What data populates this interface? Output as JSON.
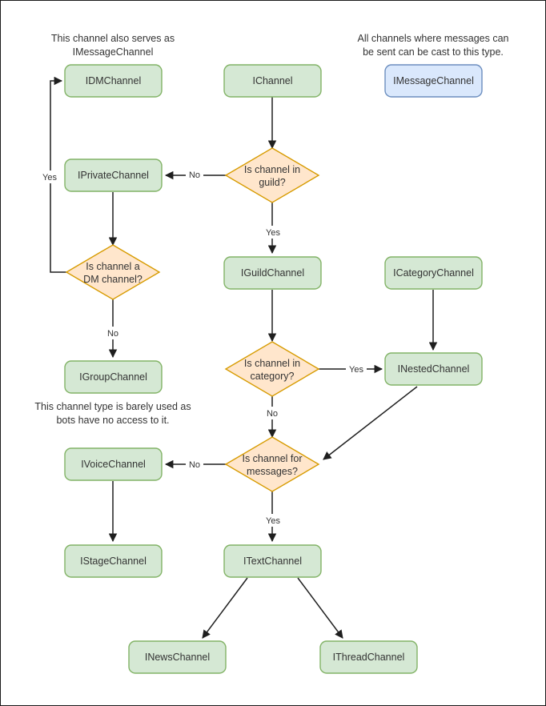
{
  "diagram": {
    "title": "Discord channel interface type decision flowchart",
    "background": "#ffffff",
    "frame_border": "#1a1a1a",
    "palette": {
      "green_fill": "#d5e8d4",
      "green_stroke": "#82b366",
      "blue_fill": "#dae8fc",
      "blue_stroke": "#6c8ebf",
      "orange_fill": "#ffe6cc",
      "orange_stroke": "#d79b00",
      "edge": "#1f1f1f",
      "text": "#333333"
    }
  },
  "annotations": {
    "dm_note_line1": "This channel also serves as",
    "dm_note_line2": "IMessageChannel",
    "message_note_line1": "All channels where messages can",
    "message_note_line2": "be sent can be cast to this type.",
    "group_note_line1": "This channel type is barely used as",
    "group_note_line2": "bots have no access to it."
  },
  "nodes": {
    "idm_channel": "IDMChannel",
    "ichannel": "IChannel",
    "imessage_channel": "IMessageChannel",
    "iprivate_channel": "IPrivateChannel",
    "iguild_channel": "IGuildChannel",
    "icategory_channel": "ICategoryChannel",
    "igroup_channel": "IGroupChannel",
    "inested_channel": "INestedChannel",
    "ivoice_channel": "IVoiceChannel",
    "istage_channel": "IStageChannel",
    "itext_channel": "ITextChannel",
    "inews_channel": "INewsChannel",
    "ithread_channel": "IThreadChannel"
  },
  "decisions": {
    "in_guild_line1": "Is channel in",
    "in_guild_line2": "guild?",
    "is_dm_line1": "Is channel a",
    "is_dm_line2": "DM channel?",
    "in_category_line1": "Is channel in",
    "in_category_line2": "category?",
    "for_messages_line1": "Is channel for",
    "for_messages_line2": "messages?"
  },
  "edge_labels": {
    "guild_no": "No",
    "guild_yes": "Yes",
    "dm_yes": "Yes",
    "dm_no": "No",
    "category_yes": "Yes",
    "category_no": "No",
    "messages_no": "No",
    "messages_yes": "Yes"
  }
}
